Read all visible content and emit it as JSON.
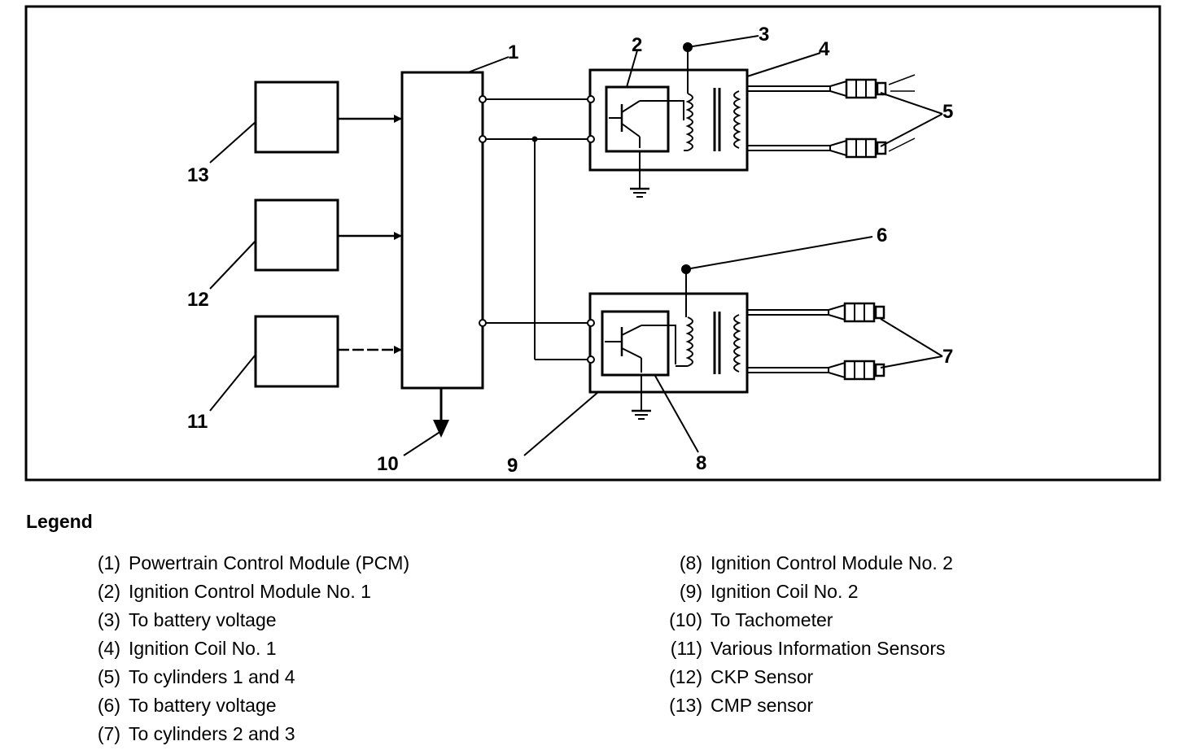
{
  "figure_id": "241876",
  "callouts": [
    "1",
    "2",
    "3",
    "4",
    "5",
    "6",
    "7",
    "8",
    "9",
    "10",
    "11",
    "12",
    "13"
  ],
  "legend": {
    "title": "Legend",
    "left": [
      {
        "num": "(1)",
        "text": "Powertrain Control Module (PCM)"
      },
      {
        "num": "(2)",
        "text": "Ignition Control Module No. 1"
      },
      {
        "num": "(3)",
        "text": "To battery voltage"
      },
      {
        "num": "(4)",
        "text": "Ignition Coil No. 1"
      },
      {
        "num": "(5)",
        "text": "To cylinders 1 and 4"
      },
      {
        "num": "(6)",
        "text": "To battery voltage"
      },
      {
        "num": "(7)",
        "text": "To cylinders 2 and 3"
      }
    ],
    "right": [
      {
        "num": "(8)",
        "text": "Ignition Control Module No. 2"
      },
      {
        "num": "(9)",
        "text": "Ignition Coil No. 2"
      },
      {
        "num": "(10)",
        "text": "To Tachometer"
      },
      {
        "num": "(11)",
        "text": "Various Information Sensors"
      },
      {
        "num": "(12)",
        "text": "CKP Sensor"
      },
      {
        "num": "(13)",
        "text": "CMP sensor"
      }
    ]
  }
}
